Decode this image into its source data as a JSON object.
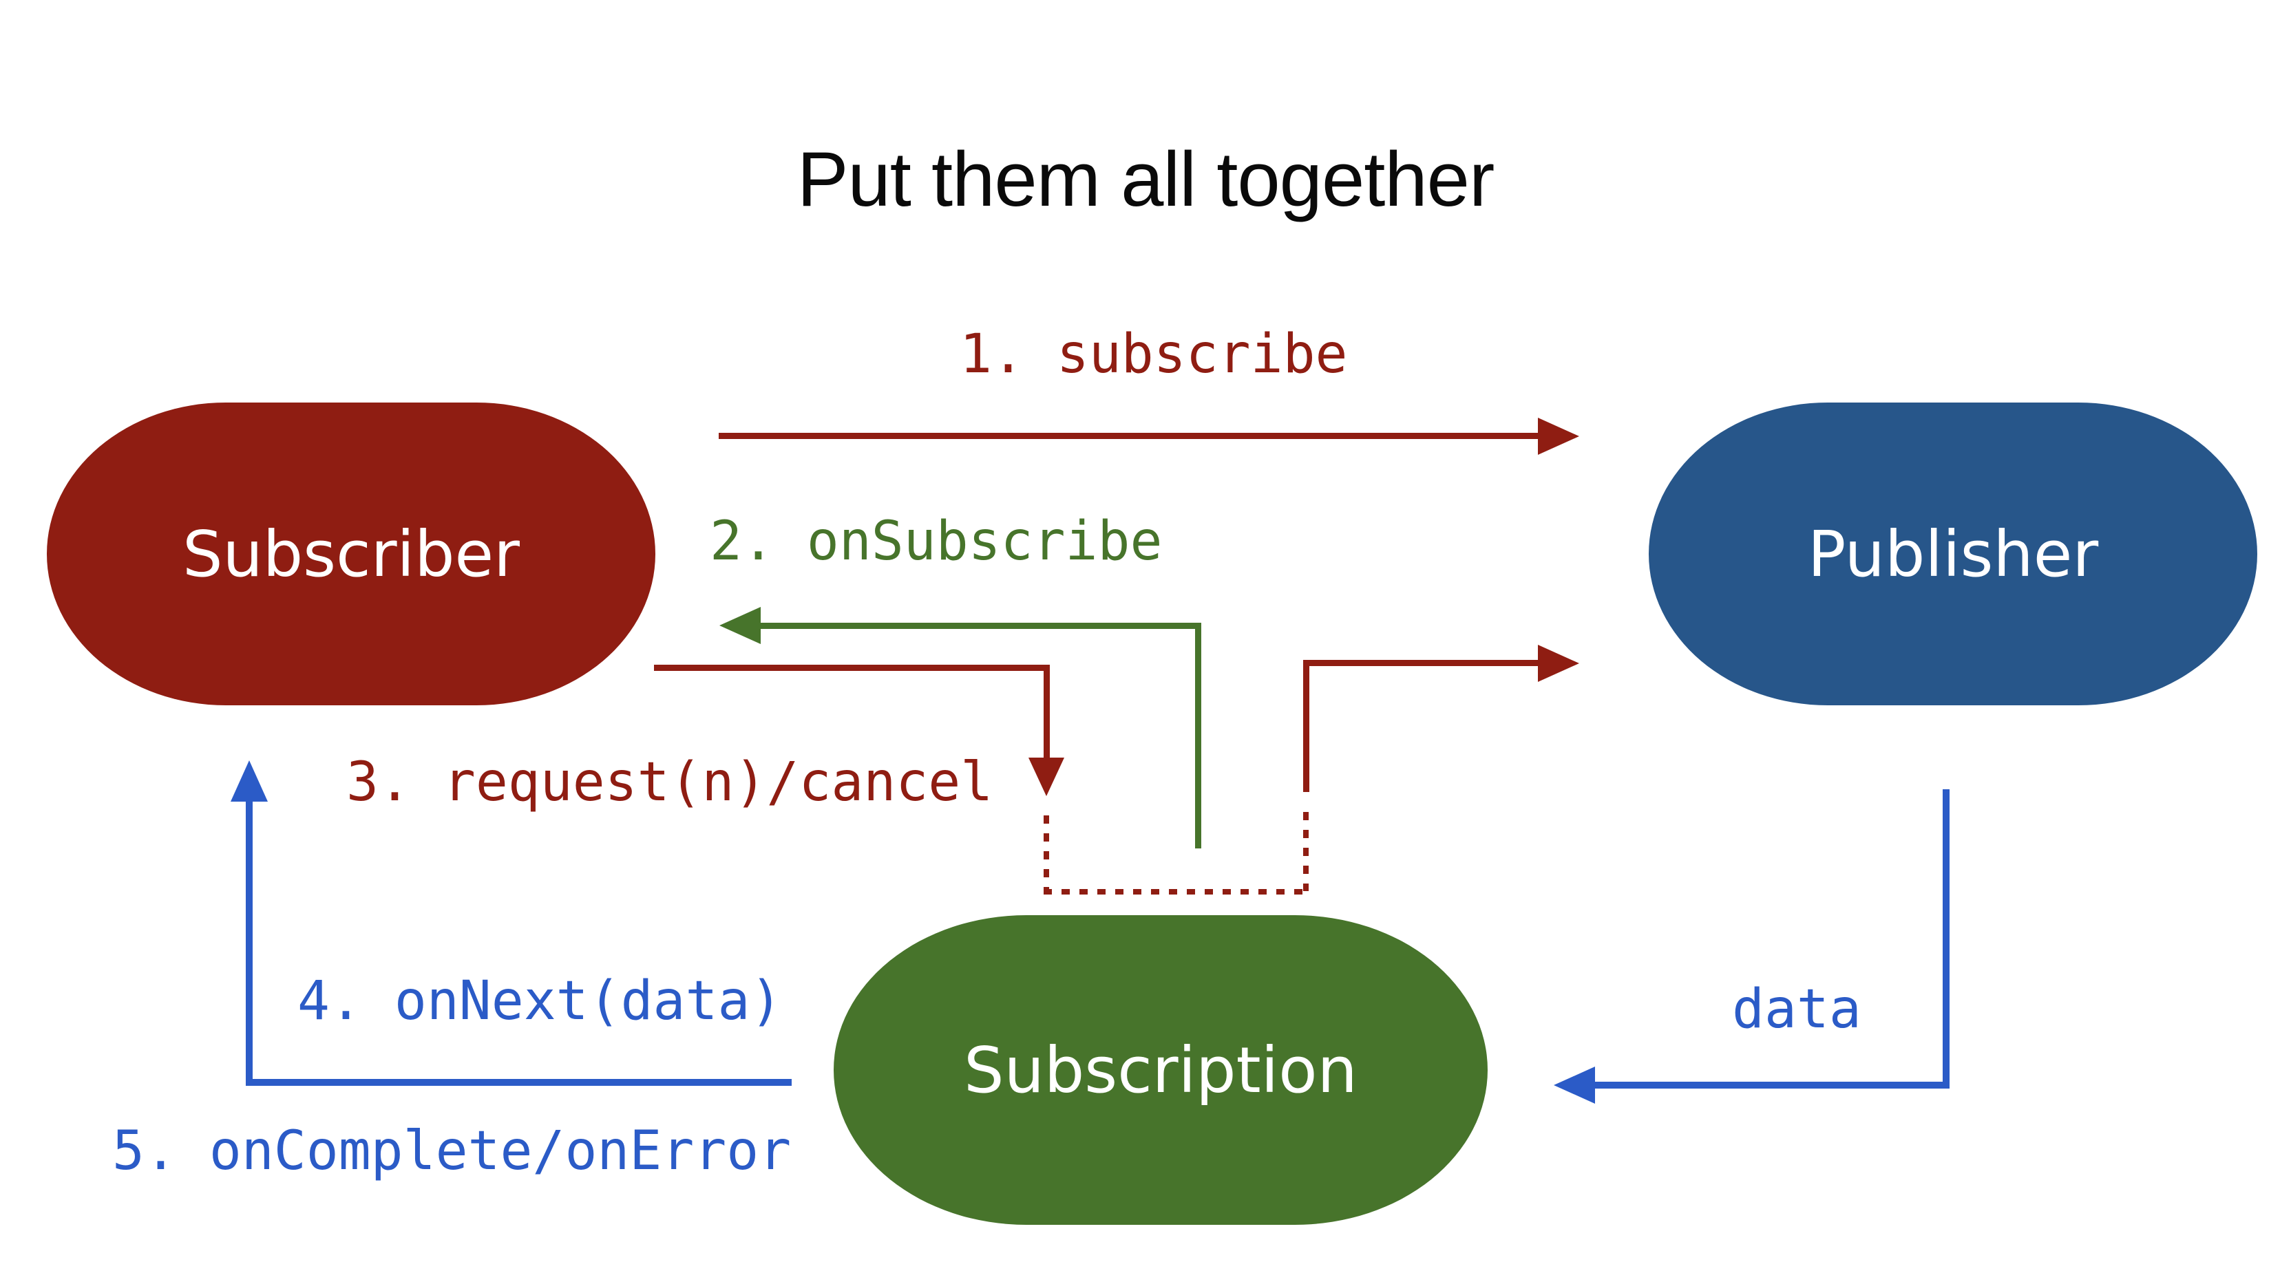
{
  "title": "Put them all together",
  "colors": {
    "subscriber_red": "#8F1D12",
    "publisher_blue": "#27568A",
    "subscription_green": "#47742B",
    "arrow_blue": "#2B5BC7",
    "title_black": "#0A0A0A",
    "background": "#FFFFFF"
  },
  "nodes": {
    "subscriber": {
      "label": "Subscriber"
    },
    "publisher": {
      "label": "Publisher"
    },
    "subscription": {
      "label": "Subscription"
    }
  },
  "edges": {
    "subscribe": {
      "label": "1. subscribe",
      "from": "Subscriber",
      "to": "Publisher"
    },
    "on_subscribe": {
      "label": "2. onSubscribe",
      "from": "Subscription",
      "to": "Subscriber"
    },
    "request_cancel": {
      "label": "3. request(n)/cancel",
      "from": "Subscriber",
      "to": "Subscription"
    },
    "on_next": {
      "label": "4. onNext(data)",
      "from": "Subscription",
      "to": "Subscriber"
    },
    "on_complete": {
      "label": "5. onComplete/onError",
      "from": "Subscription",
      "to": "Subscriber"
    },
    "data": {
      "label": "data",
      "from": "Publisher",
      "to": "Subscription"
    }
  }
}
